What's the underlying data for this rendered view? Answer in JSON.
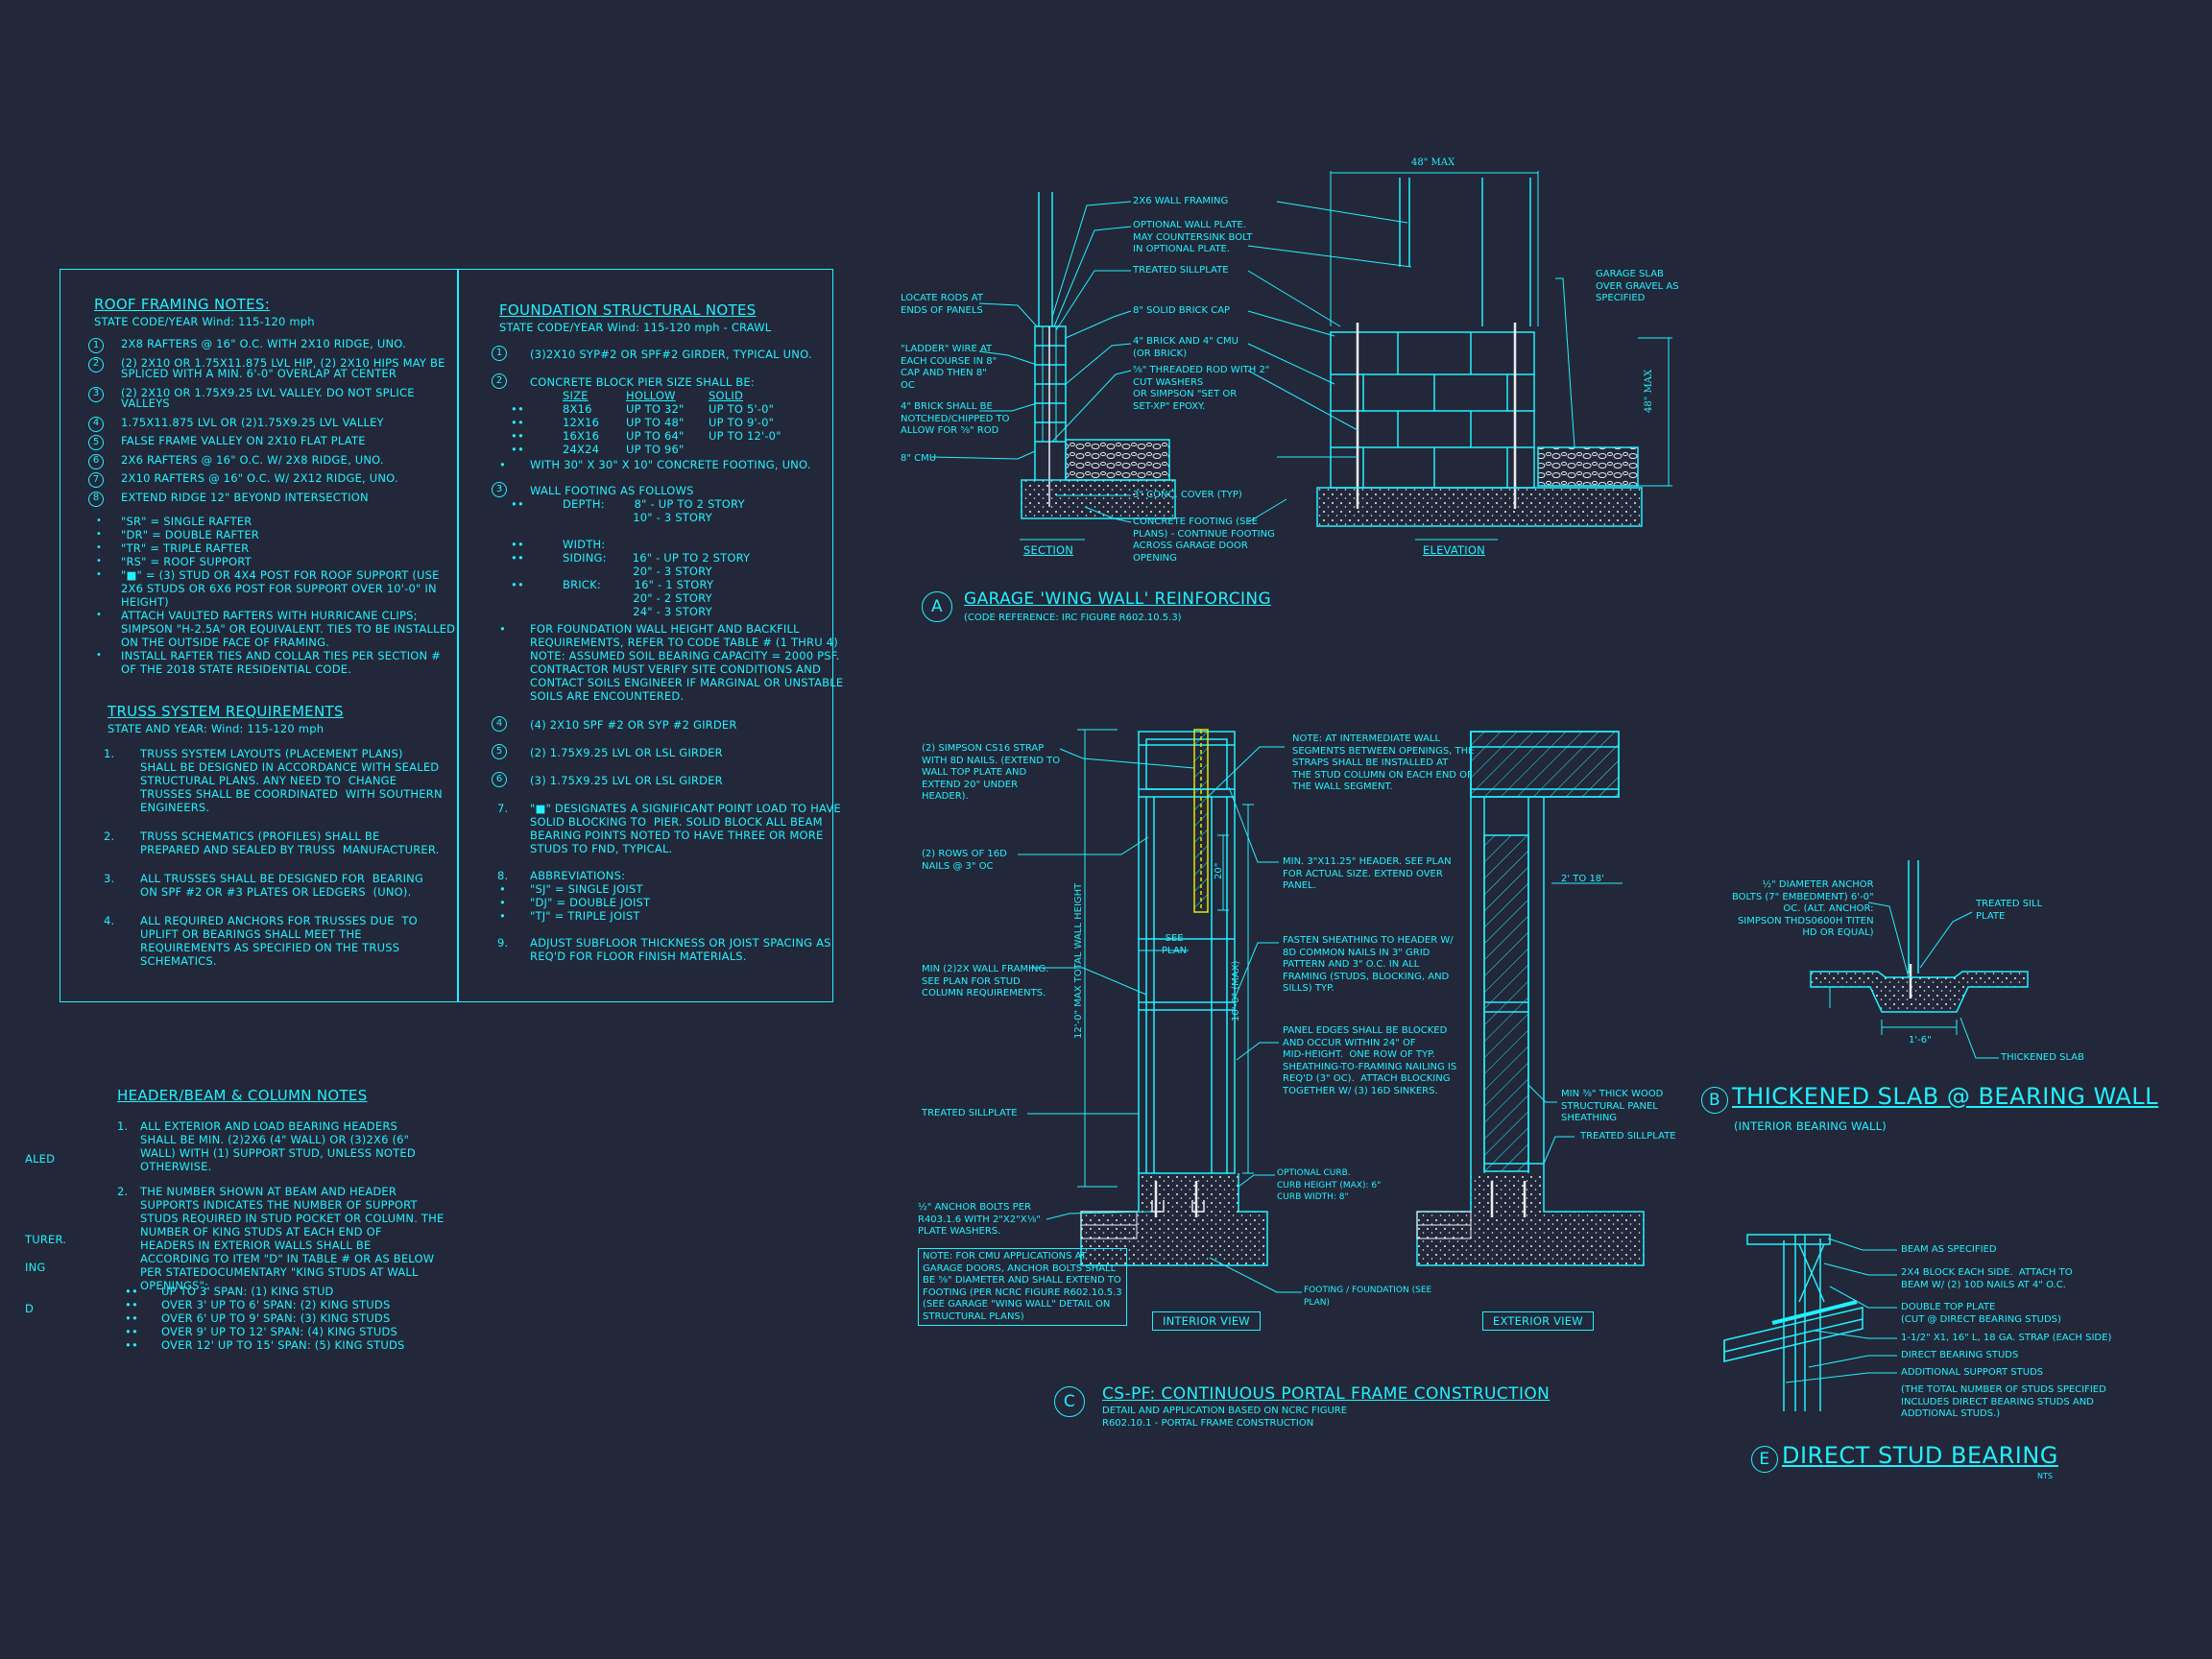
{
  "roof": {
    "title": "ROOF FRAMING NOTES:",
    "sub": "STATE CODE/YEAR Wind: 115-120 mph",
    "items": [
      {
        "n": "1",
        "t": "2x8 RAFTERS @ 16\" O.C. WITH 2x10 RIDGE, UNO."
      },
      {
        "n": "2",
        "t": "(2) 2x10 OR 1.75x11.875 LVL HIP, (2) 2x10 HIPS MAY BE\nSPLICED WITH A MIN. 6'-0\" OVERLAP AT CENTER"
      },
      {
        "n": "3",
        "t": "(2) 2x10 OR 1.75x9.25 LVL VALLEY. DO NOT SPLICE\nVALLEYS"
      },
      {
        "n": "4",
        "t": "1.75x11.875 LVL OR (2)1.75x9.25 LVL VALLEY"
      },
      {
        "n": "5",
        "t": "FALSE FRAME VALLEY ON 2x10 FLAT PLATE"
      },
      {
        "n": "6",
        "t": "2x6 RAFTERS @ 16\" O.C. W/ 2x8 RIDGE, UNO."
      },
      {
        "n": "7",
        "t": "2x10 RAFTERS @ 16\" O.C. W/ 2x12 RIDGE, UNO."
      },
      {
        "n": "8",
        "t": "EXTEND RIDGE 12\" BEYOND INTERSECTION"
      }
    ],
    "bullets": "\"SR\" = SINGLE RAFTER\n\"DR\" = DOUBLE RAFTER\n\"TR\" = TRIPLE RAFTER\n\"RS\" = ROOF SUPPORT\n\"■\" = (3) STUD OR 4x4 POST FOR ROOF SUPPORT (USE\n2X6 STUDS OR 6X6 POST FOR SUPPORT OVER 10'-0\" IN\nHEIGHT)\nATTACH VAULTED RAFTERS WITH HURRICANE CLIPS;\nSIMPSON \"H-2.5A\" OR EQUIVALENT. TIES TO BE INSTALLED\nON THE OUTSIDE FACE OF FRAMING.\nINSTALL RAFTER TIES AND COLLAR TIES PER SECTION #\nOF THE 2018 STATE RESIDENTIAL CODE."
  },
  "truss": {
    "title": "TRUSS SYSTEM REQUIREMENTS",
    "sub": "STATE AND YEAR: Wind: 115-120 mph",
    "items": [
      {
        "n": "1.",
        "t": "TRUSS SYSTEM LAYOUTS (PLACEMENT PLANS)\nSHALL BE DESIGNED IN ACCORDANCE WITH SEALED\nSTRUCTURAL PLANS. ANY NEED TO  CHANGE\nTRUSSES SHALL BE COORDINATED  WITH SOUTHERN\nENGINEERS."
      },
      {
        "n": "2.",
        "t": "TRUSS SCHEMATICS (PROFILES) SHALL BE\nPREPARED AND SEALED BY TRUSS  MANUFACTURER."
      },
      {
        "n": "3.",
        "t": "ALL TRUSSES SHALL BE DESIGNED FOR  BEARING\nON SPF #2 OR #3 PLATES OR LEDGERS  (UNO)."
      },
      {
        "n": "4.",
        "t": "ALL REQUIRED ANCHORS FOR TRUSSES DUE  TO\nUPLIFT OR BEARINGS SHALL MEET THE\nREQUIREMENTS AS SPECIFIED ON THE TRUSS\nSCHEMATICS."
      }
    ]
  },
  "foundation": {
    "title": "FOUNDATION STRUCTURAL NOTES",
    "sub": "STATE CODE/YEAR Wind: 115-120 mph - CRAWL",
    "n1": "(3)2x10 SYP#2 OR SPF#2 GIRDER, TYPICAL UNO.",
    "n2": "CONCRETE BLOCK PIER SIZE SHALL BE:",
    "pier_head": [
      "SIZE",
      "HOLLOW",
      "SOLID"
    ],
    "pier_rows": [
      [
        "8x16",
        "UP TO 32\"",
        "UP TO 5'-0\""
      ],
      [
        "12x16",
        "UP TO 48\"",
        "UP TO 9'-0\""
      ],
      [
        "16x16",
        "UP TO 64\"",
        "UP TO 12'-0\""
      ],
      [
        "24x24",
        "UP TO 96\"",
        ""
      ]
    ],
    "n2b": "WITH 30\" x 30\" x 10\" CONCRETE FOOTING, UNO.",
    "n3": "WALL FOOTING AS FOLLOWS",
    "wall": "DEPTH:        8\" - UP TO 2 STORY\n                   10\" - 3 STORY\n\nWIDTH:\nSIDING:       16\" - UP TO 2 STORY\n                   20\" - 3 STORY\nBRICK:         16\" - 1 STORY\n                   20\" - 2 STORY\n                   24\" - 3 STORY",
    "n3b": "FOR FOUNDATION WALL HEIGHT AND BACKFILL\nREQUIREMENTS, REFER TO CODE TABLE # (1 THRU 4)\nNOTE: ASSUMED SOIL BEARING CAPACITY = 2000 PSF.\nCONTRACTOR MUST VERIFY SITE CONDITIONS AND\nCONTACT SOILS ENGINEER IF MARGINAL OR UNSTABLE\nSOILS ARE ENCOUNTERED.",
    "n4": "(4) 2x10 SPF #2 OR SYP #2 GIRDER",
    "n5": "(2) 1.75x9.25 LVL OR LSL GIRDER",
    "n6": "(3) 1.75x9.25 LVL OR LSL GIRDER",
    "n7": "\"■\" DESIGNATES A SIGNIFICANT POINT LOAD TO HAVE\nSOLID BLOCKING TO  PIER. SOLID BLOCK ALL BEAM\nBEARING POINTS NOTED TO HAVE THREE OR MORE\nSTUDS TO FND, TYPICAL.",
    "n8": "ABBREVIATIONS:",
    "abbr": "\"SJ\" = SINGLE JOIST\n\"DJ\" = DOUBLE JOIST\n\"TJ\" = TRIPLE JOIST",
    "n9": "ADJUST SUBFLOOR THICKNESS OR JOIST SPACING AS\nREQ'D FOR FLOOR FINISH MATERIALS."
  },
  "header": {
    "title": "HEADER/BEAM & COLUMN NOTES",
    "i1": "ALL EXTERIOR AND LOAD BEARING HEADERS\nSHALL BE MIN. (2)2x6 (4\" WALL) OR (3)2x6 (6\"\nWALL) WITH (1) SUPPORT STUD, UNLESS NOTED\nOTHERWISE.",
    "i2": "THE NUMBER SHOWN AT BEAM AND HEADER\nSUPPORTS INDICATES THE NUMBER OF SUPPORT\nSTUDS REQUIRED IN STUD POCKET OR COLUMN. THE\nNUMBER OF KING STUDS AT EACH END OF\nHEADERS IN EXTERIOR WALLS SHALL BE\nACCORDING TO ITEM \"d\" IN TABLE # OR AS BELOW\nPER STATEDOCUMENTARY \"KING STUDS AT WALL\nOPENINGS\":",
    "studs": "UP TO 3' SPAN: (1) KING STUD\nOVER 3' UP TO 6' SPAN: (2) KING STUDS\nOVER 6' UP TO 9' SPAN: (3) KING STUDS\nOVER 9' UP TO 12' SPAN: (4) KING STUDS\nOVER 12' UP TO 15' SPAN: (5) KING STUDS",
    "edge": [
      "ALED",
      "TURER.",
      "ING",
      "D"
    ]
  },
  "detailA": {
    "letter": "A",
    "title": "GARAGE 'WING WALL' REINFORCING",
    "ref": "(CODE REFERENCE: IRC FIGURE R602.10.5.3)",
    "section": "SECTION",
    "elevation": "ELEVATION",
    "max48": "48\" MAX",
    "max48v": "48\" MAX",
    "left_labels": [
      "LOCATE RODS AT\nENDS OF PANELS",
      "\"LADDER\" WIRE AT\nEACH COURSE IN 8\"\nCAP AND THEN 8\"\nOC",
      "4\" BRICK SHALL BE\nNOTCHED/CHIPPED TO\nALLOW FOR ⅝\" ROD",
      "8\" CMU"
    ],
    "mid_labels": [
      "2x6 WALL FRAMING",
      "OPTIONAL WALL PLATE.\nMAY COUNTERSINK BOLT\nIN OPTIONAL PLATE.",
      "TREATED SILLPLATE",
      "8\" SOLID BRICK CAP",
      "4\" BRICK AND 4\" CMU\n(OR BRICK)",
      "⅝\" THREADED ROD WITH 2\"\nCUT WASHERS\nOR SIMPSON \"SET OR\nSET-XP\" EPOXY.",
      "3\" CONC. COVER (TYP)",
      "CONCRETE FOOTING (SEE\nPLANS) - CONTINUE FOOTING\nACROSS GARAGE DOOR\nOPENING"
    ],
    "right_label": "GARAGE SLAB\nOVER GRAVEL AS\nSPECIFIED"
  },
  "detailC": {
    "letter": "C",
    "title": "CS-PF: CONTINUOUS PORTAL FRAME CONSTRUCTION",
    "sub": "DETAIL AND APPLICATION BASED ON NCRC FIGURE\nR602.10.1 - PORTAL FRAME CONSTRUCTION",
    "interior": "INTERIOR VIEW",
    "exterior": "EXTERIOR VIEW",
    "note": "NOTE: FOR CMU APPLICATIONS AT\nGARAGE DOORS, ANCHOR BOLTS SHALL\nBE ⅝\" DIAMETER AND SHALL EXTEND TO\nFOOTING (PER NCRC FIGURE R602.10.5.3\n(SEE GARAGE \"WING WALL\" DETAIL ON\nSTRUCTURAL PLANS)",
    "left_labels": [
      "(2) SIMPSON CS16 STRAP\nWITH 8d NAILS. (EXTEND TO\nWALL TOP PLATE AND\nEXTEND 20\" UNDER\nHEADER).",
      "(2) ROWS OF 16d\nNAILS @ 3\" OC",
      "MIN (2)2X WALL FRAMING.\nSEE PLAN FOR STUD\nCOLUMN REQUIREMENTS.",
      "TREATED SILLPLATE",
      "½\" ANCHOR BOLTS PER\nR403.1.6 WITH 2\"x2\"x⅛\"\nPLATE WASHERS."
    ],
    "right_labels": [
      "NOTE: AT INTERMEDIATE WALL\nSEGMENTS BETWEEN OPENINGS, THE\nSTRAPS SHALL BE INSTALLED AT\nTHE STUD COLUMN ON EACH END OF\nTHE WALL SEGMENT.",
      "MIN. 3\"x11.25\" HEADER. SEE PLAN\nFOR ACTUAL SIZE. EXTEND OVER\nPANEL.",
      "FASTEN SHEATHING TO HEADER W/\n8d COMMON NAILS IN 3\" GRID\nPATTERN AND 3\" O.C. IN ALL\nFRAMING (STUDS, BLOCKING, AND\nSILLS) TYP.",
      "PANEL EDGES SHALL BE BLOCKED\nAND OCCUR WITHIN 24\" OF\nMID-HEIGHT.  ONE ROW OF TYP.\nSHEATHING-TO-FRAMING NAILING IS\nREQ'D (3\" OC).  ATTACH BLOCKING\nTOGETHER W/ (3) 16d SINKERS.",
      "OPTIONAL CURB.\nCURB HEIGHT (MAX): 6\"\nCURB WIDTH: 8\"",
      "FOOTING / FOUNDATION (SEE\nPLAN)"
    ],
    "ext_labels": [
      "2' TO 18'",
      "MIN ⅜\" THICK WOOD\nSTRUCTURAL PANEL\nSHEATHING",
      "TREATED SILLPLATE"
    ],
    "dims": {
      "total": "12'-0\" MAX TOTAL WALL HEIGHT",
      "wall": "10'-0\" (MAX)",
      "d20": "20\"",
      "see_plan": "SEE\nPLAN"
    }
  },
  "detailB": {
    "letter": "B",
    "title": "THICKENED SLAB @ BEARING WALL",
    "sub": "(INTERIOR BEARING WALL)",
    "anchor": "½\" DIAMETER ANCHOR\nBOLTS (7\" EMBEDMENT) 6'-0\"\nOC. (ALT. ANCHOR:\nSIMPSON THDS0600H TITEN\nHD OR EQUAL)",
    "sill": "TREATED SILL\nPLATE",
    "dim": "1'-6\"",
    "thick": "THICKENED SLAB"
  },
  "detailE": {
    "letter": "E",
    "title": "DIRECT STUD BEARING",
    "nts": "NTS",
    "labels": [
      "BEAM AS SPECIFIED",
      "2X4 BLOCK EACH SIDE.  ATTACH TO\nBEAM W/ (2) 10D NAILS AT 4\" O.C.",
      "DOUBLE TOP PLATE\n(CUT @ DIRECT BEARING STUDS)",
      "1-1/2\" X1, 16\" L, 18 GA. STRAP (EACH SIDE)",
      "DIRECT BEARING STUDS",
      "ADDITIONAL SUPPORT STUDS",
      "(THE TOTAL NUMBER OF STUDS SPECIFIED\nINCLUDES DIRECT BEARING STUDS AND\nADDTIONAL STUDS.)"
    ]
  },
  "colors": {
    "bg": "#222839",
    "line": "#22f0ff",
    "white": "#e8ecf2",
    "yellow": "#e6e600"
  }
}
